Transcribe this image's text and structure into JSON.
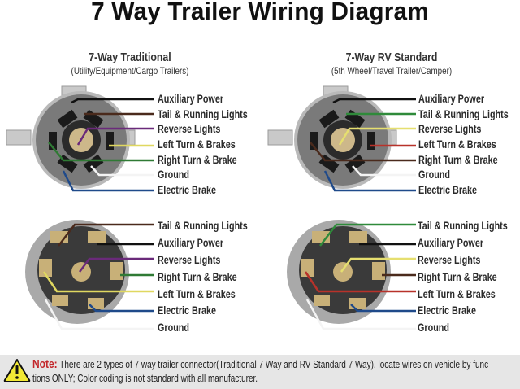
{
  "title": "7 Way Trailer Wiring Diagram",
  "panels": [
    {
      "heading": "7-Way Traditional",
      "subheading": "(Utility/Equipment/Cargo Trailers)",
      "face_view": {
        "wires": [
          {
            "label": "Auxiliary Power",
            "color": "#111111"
          },
          {
            "label": "Tail & Running Lights",
            "color": "#4a2a1c"
          },
          {
            "label": "Reverse Lights",
            "color": "#6a2a7a"
          },
          {
            "label": "Left Turn & Brakes",
            "color": "#e0d860"
          },
          {
            "label": "Right Turn & Brake",
            "color": "#2f7a34"
          },
          {
            "label": "Ground",
            "color": "#f4f4f4"
          },
          {
            "label": "Electric Brake",
            "color": "#1f4a8a"
          }
        ]
      },
      "back_view": {
        "wires": [
          {
            "label": "Tail & Running Lights",
            "color": "#4a2a1c"
          },
          {
            "label": "Auxiliary Power",
            "color": "#111111"
          },
          {
            "label": "Reverse Lights",
            "color": "#6a2a7a"
          },
          {
            "label": "Right Turn & Brake",
            "color": "#2f7a34"
          },
          {
            "label": "Left Turn & Brakes",
            "color": "#e0d860"
          },
          {
            "label": "Electric Brake",
            "color": "#1f4a8a"
          },
          {
            "label": "Ground",
            "color": "#f4f4f4"
          }
        ]
      }
    },
    {
      "heading": "7-Way RV Standard",
      "subheading": "(5th Wheel/Travel Trailer/Camper)",
      "face_view": {
        "wires": [
          {
            "label": "Auxiliary Power",
            "color": "#111111"
          },
          {
            "label": "Tail & Running Lights",
            "color": "#2f8a3a"
          },
          {
            "label": "Reverse Lights",
            "color": "#e6df70"
          },
          {
            "label": "Left Turn & Brakes",
            "color": "#b8322a"
          },
          {
            "label": "Right Turn & Brake",
            "color": "#4a2a1c"
          },
          {
            "label": "Ground",
            "color": "#f4f4f4"
          },
          {
            "label": "Electric Brake",
            "color": "#1f4a8a"
          }
        ]
      },
      "back_view": {
        "wires": [
          {
            "label": "Tail & Running Lights",
            "color": "#2f8a3a"
          },
          {
            "label": "Auxiliary Power",
            "color": "#111111"
          },
          {
            "label": "Reverse Lights",
            "color": "#e6df70"
          },
          {
            "label": "Right Turn & Brake",
            "color": "#4a2a1c"
          },
          {
            "label": "Left Turn & Brakes",
            "color": "#b8322a"
          },
          {
            "label": "Electric Brake",
            "color": "#1f4a8a"
          },
          {
            "label": "Ground",
            "color": "#f4f4f4"
          }
        ]
      }
    }
  ],
  "note": {
    "icon": "warning-triangle-icon",
    "label": "Note:",
    "line1": " There are 2 types of 7 way trailer connector(Traditional 7 Way and RV Standard 7 Way), locate wires on vehicle by func-",
    "line2": "tions ONLY; Color coding is not standard with all manufacturer.",
    "label_color": "#c3262a",
    "icon_color": "#f2e935"
  }
}
